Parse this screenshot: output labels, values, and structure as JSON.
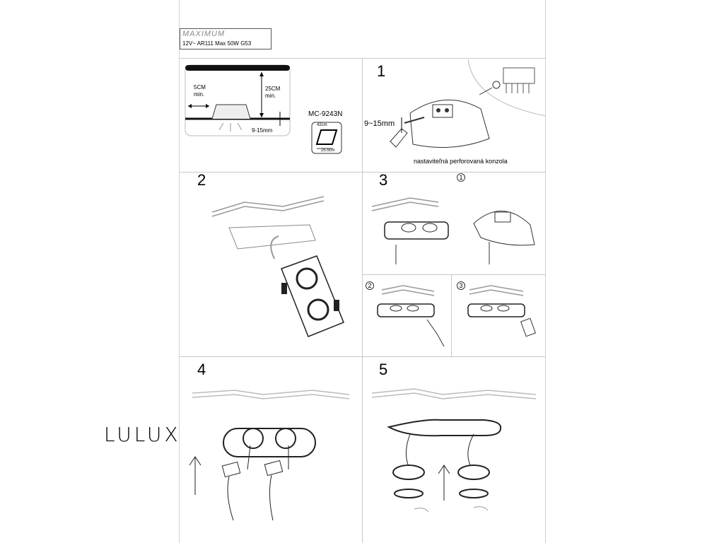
{
  "header": {
    "brand": "MAXIMUM",
    "spec": "12V~ AR111 Max 50W G53"
  },
  "panel_a": {
    "side_clearance": "5CM",
    "side_clearance_min": "min.",
    "top_clearance": "25CM",
    "top_clearance_min": "min.",
    "ceiling_thickness": "9-15mm",
    "model": "MC-9243N",
    "cutout_width": "42cm",
    "cutout_depth": "25.5cm"
  },
  "step1": {
    "number": "1",
    "thickness": "9~15mm",
    "bracket_label": "nastaviteľná perforovaná konzola"
  },
  "step2": {
    "number": "2"
  },
  "step3": {
    "number": "3",
    "sub1": "1",
    "sub2": "2",
    "sub3": "3"
  },
  "step4": {
    "number": "4"
  },
  "step5": {
    "number": "5"
  },
  "logo": "LULUX"
}
